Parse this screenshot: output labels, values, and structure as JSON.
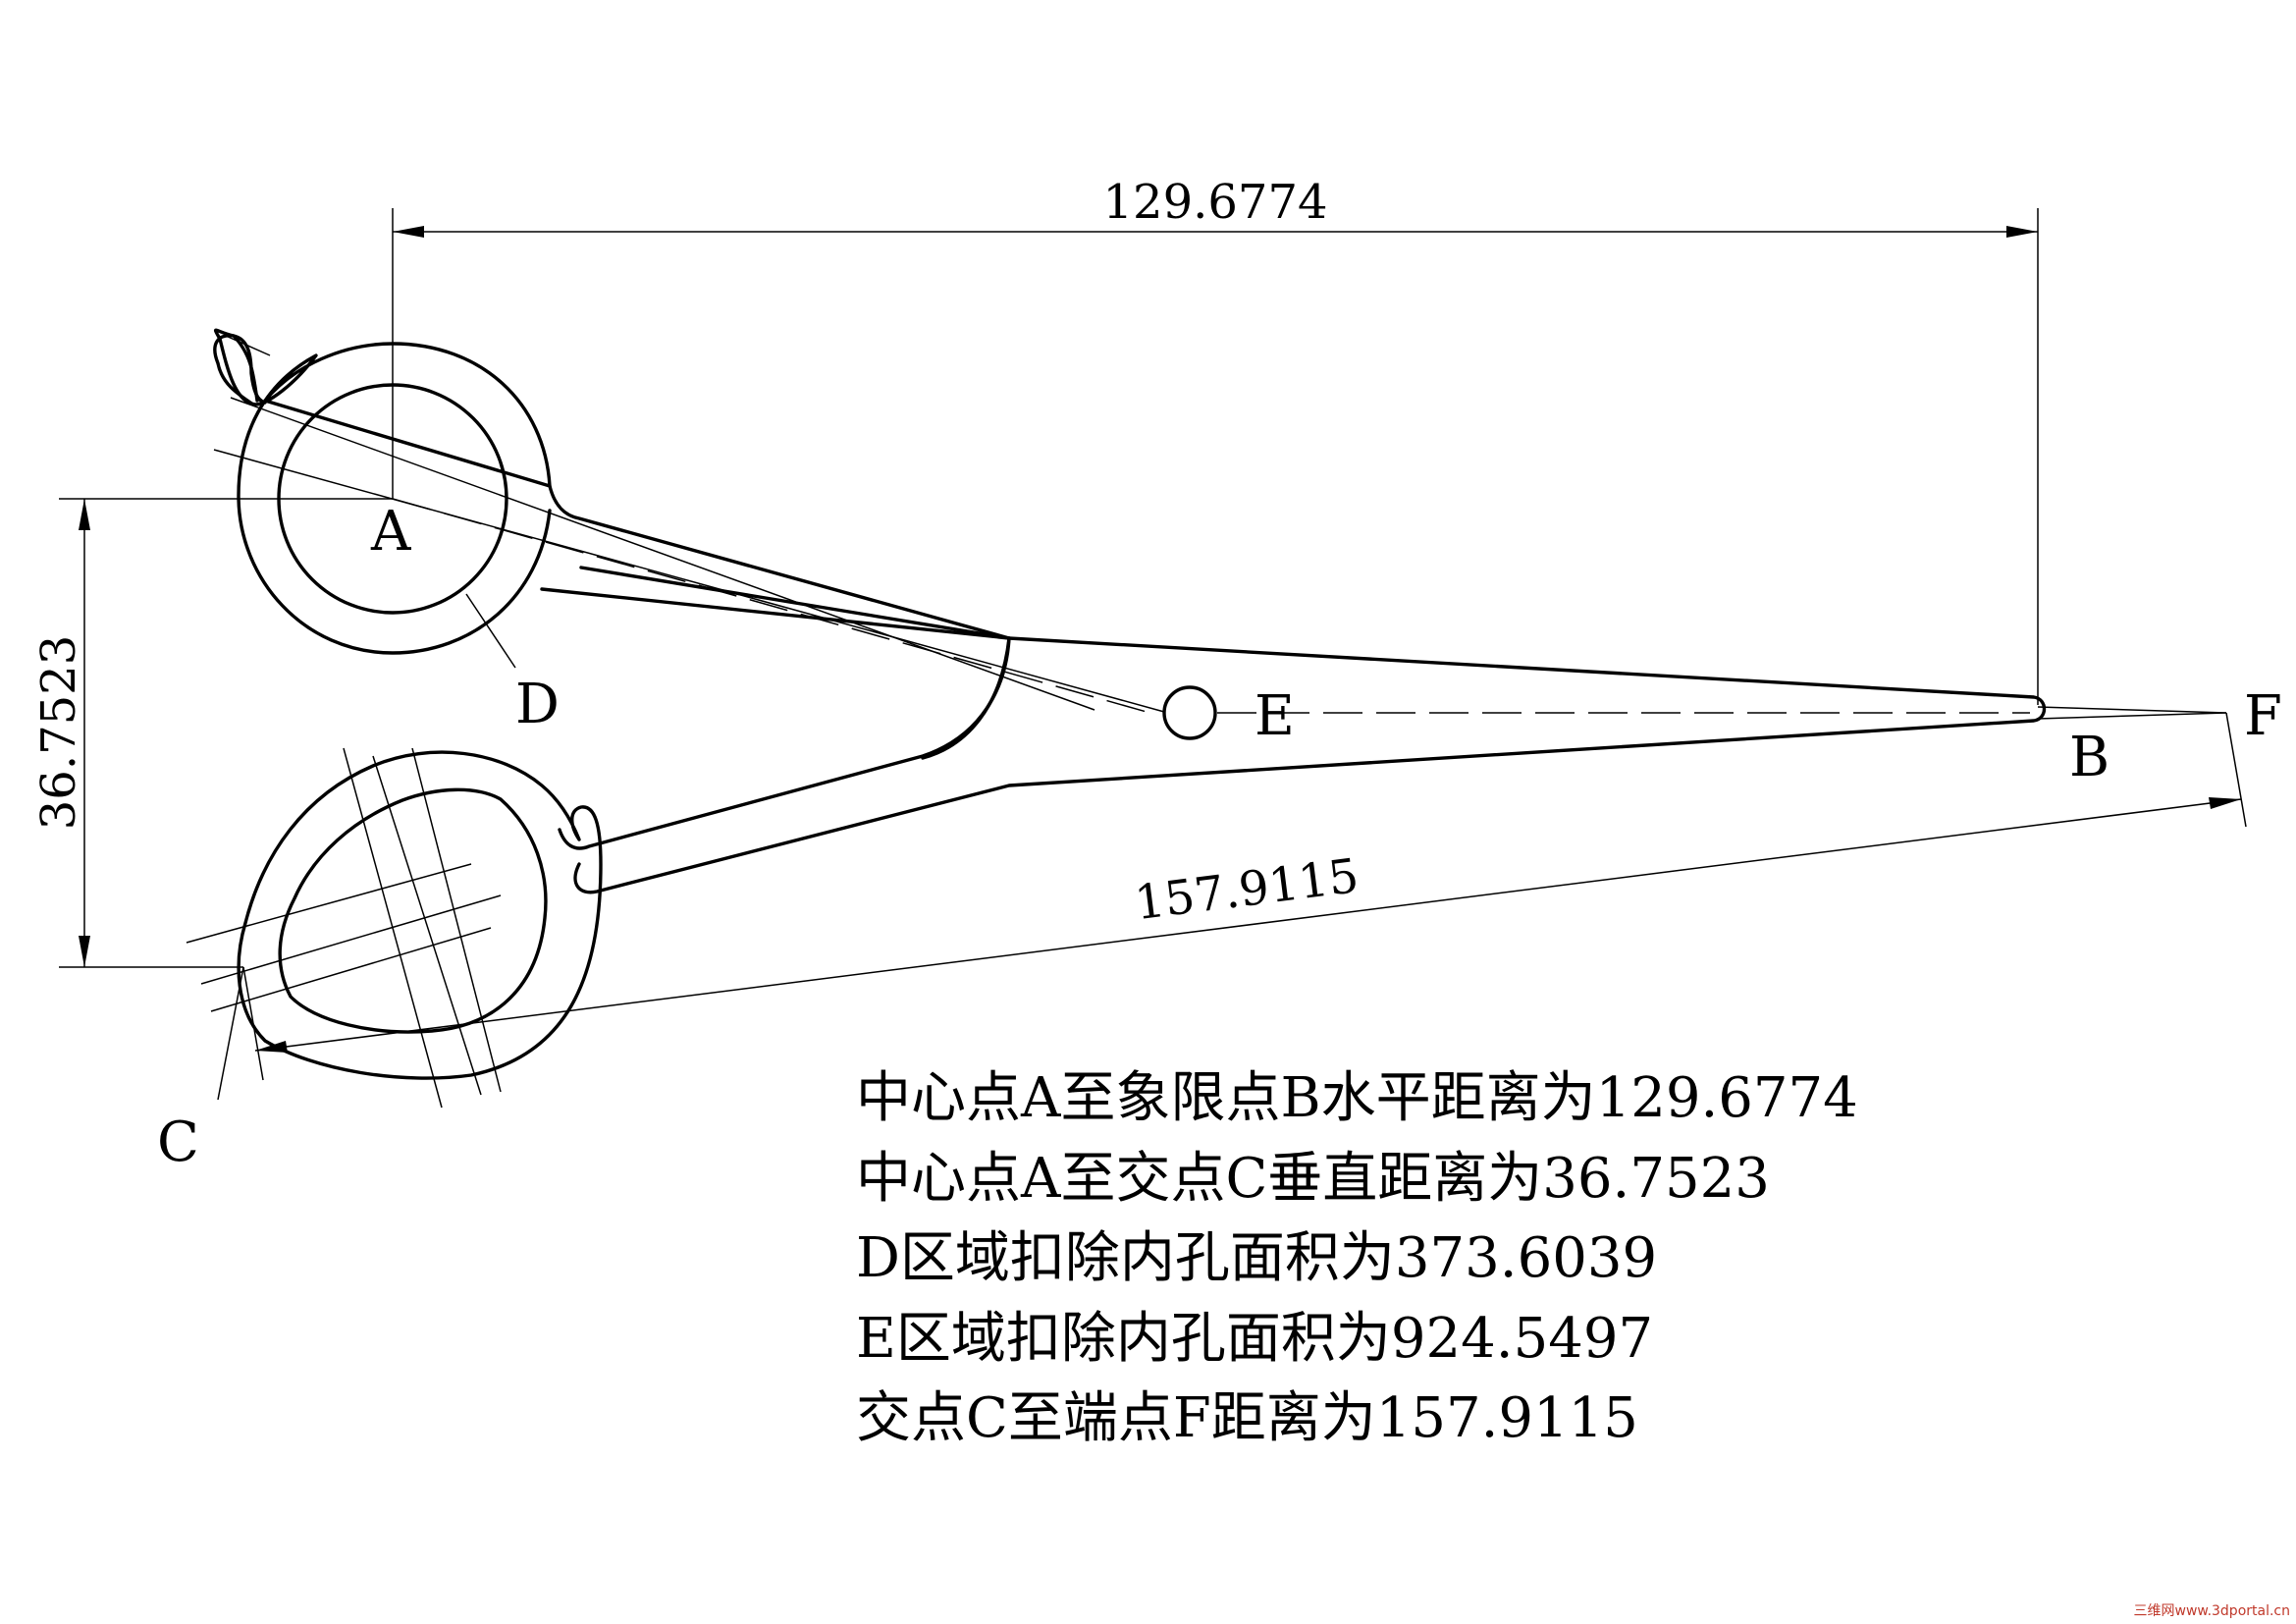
{
  "diagram": {
    "dimensions": {
      "horizontal_AB": "129.6774",
      "vertical_AC": "36.7523",
      "oblique_CF": "157.9115"
    },
    "point_labels": {
      "A": "A",
      "B": "B",
      "C": "C",
      "D": "D",
      "E": "E",
      "F": "F"
    }
  },
  "notes": [
    "中心点A至象限点B水平距离为129.6774",
    "中心点A至交点C垂直距离为36.7523",
    "D区域扣除内孔面积为373.6039",
    "E区域扣除内孔面积为924.5497",
    "交点C至端点F距离为157.9115"
  ],
  "watermark": "三维网www.3dportal.cn"
}
